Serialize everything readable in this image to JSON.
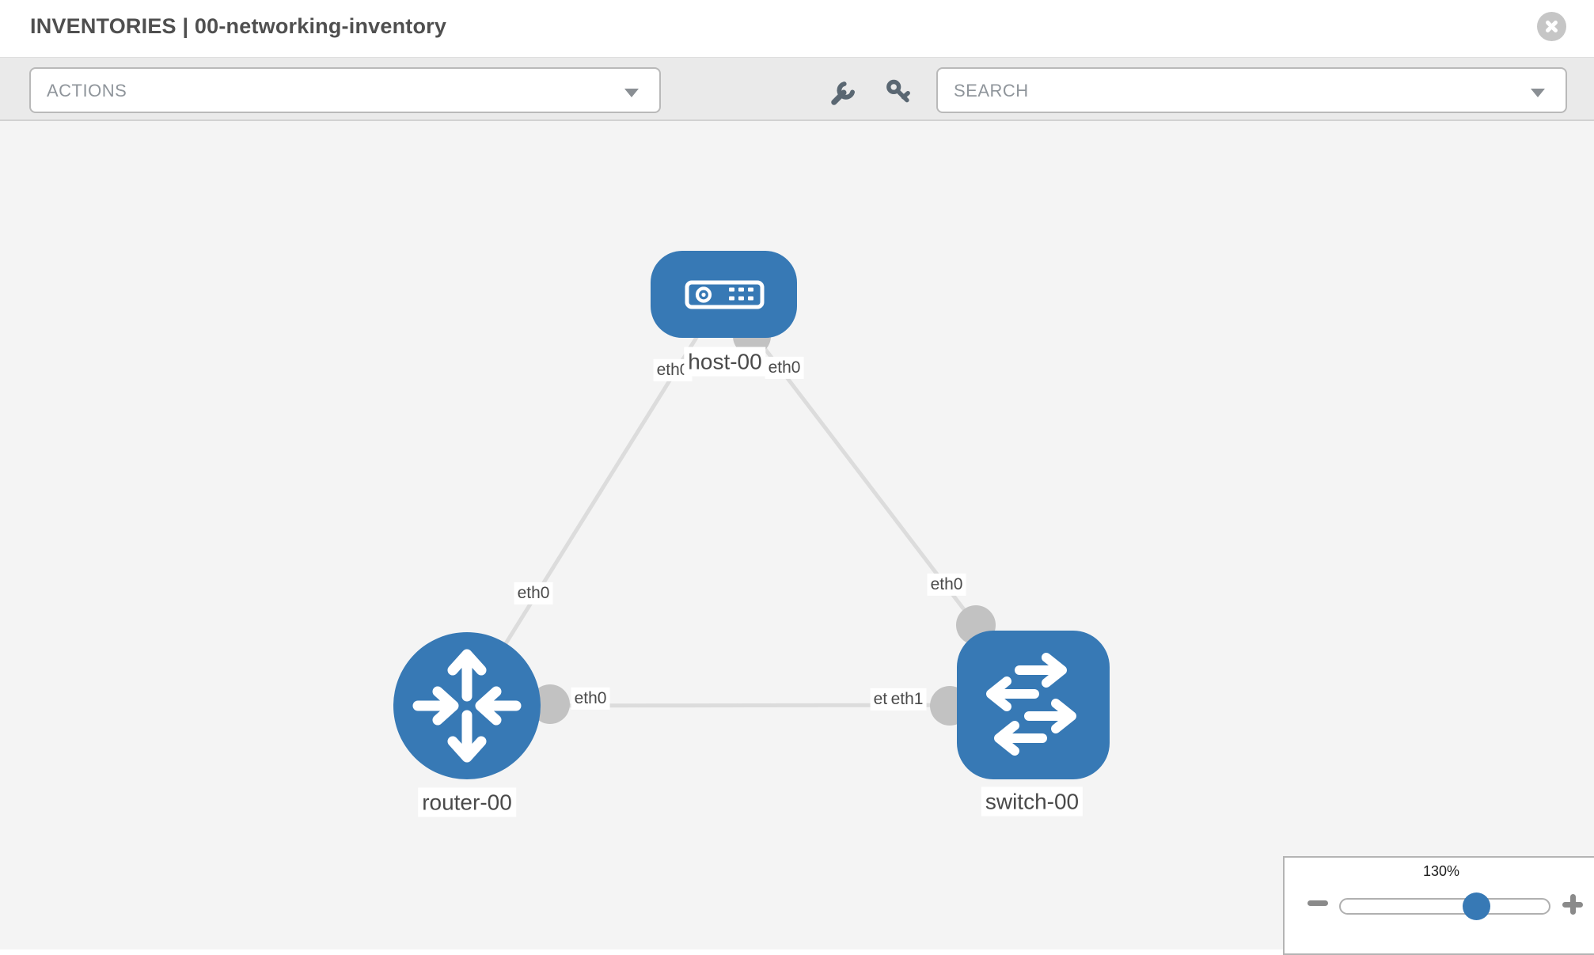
{
  "header": {
    "section": "INVENTORIES",
    "separator": " | ",
    "inventory_name": "00-networking-inventory"
  },
  "toolbar": {
    "actions_label": "ACTIONS",
    "search_label": "SEARCH"
  },
  "colors": {
    "node_blue": "#3779b5",
    "link_gray": "#dcdcdc",
    "port_gray": "#c2c2c2",
    "canvas_bg": "#f4f4f4",
    "chip_text": "#4a4a4a"
  },
  "diagram": {
    "nodes": [
      {
        "id": "host-00",
        "label": "host-00",
        "type": "host"
      },
      {
        "id": "router-00",
        "label": "router-00",
        "type": "router"
      },
      {
        "id": "switch-00",
        "label": "switch-00",
        "type": "switch"
      }
    ],
    "links": [
      {
        "from": "host-00",
        "to": "router-00",
        "from_interface": "eth0",
        "to_interface": "eth0"
      },
      {
        "from": "host-00",
        "to": "switch-00",
        "from_interface": "eth0",
        "to_interface": "eth0"
      },
      {
        "from": "router-00",
        "to": "switch-00",
        "from_interface": "eth0",
        "to_interface": "eth1",
        "to_interface_overlap": "eth0"
      }
    ]
  },
  "zoom_control": {
    "level": "130%"
  }
}
